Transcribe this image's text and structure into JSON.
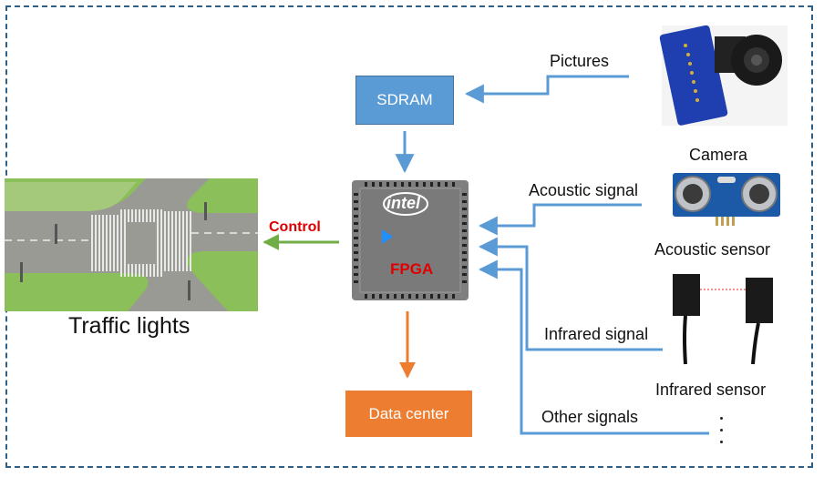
{
  "boxes": {
    "sdram": "SDRAM",
    "fpga": "FPGA",
    "intel_logo_text": "intel",
    "data_center": "Data center"
  },
  "labels": {
    "control": "Control",
    "traffic_lights": "Traffic lights",
    "pictures": "Pictures",
    "camera": "Camera",
    "acoustic_signal": "Acoustic signal",
    "acoustic_sensor": "Acoustic sensor",
    "infrared_signal": "Infrared signal",
    "infrared_sensor": "Infrared sensor",
    "other_signals": "Other signals"
  },
  "colors": {
    "sdram_fill": "#5b9bd5",
    "data_center_fill": "#ed7d31",
    "signal_arrows": "#5b9bd5",
    "control_arrow": "#70ad47",
    "output_arrow": "#ed7d31",
    "emphasis_text": "#e00000",
    "frame_border": "#2e5f86"
  },
  "icons": [
    "camera-module-image",
    "ultrasonic-sensor-image",
    "infrared-sensor-image",
    "intersection-image",
    "fpga-chip-icon"
  ]
}
